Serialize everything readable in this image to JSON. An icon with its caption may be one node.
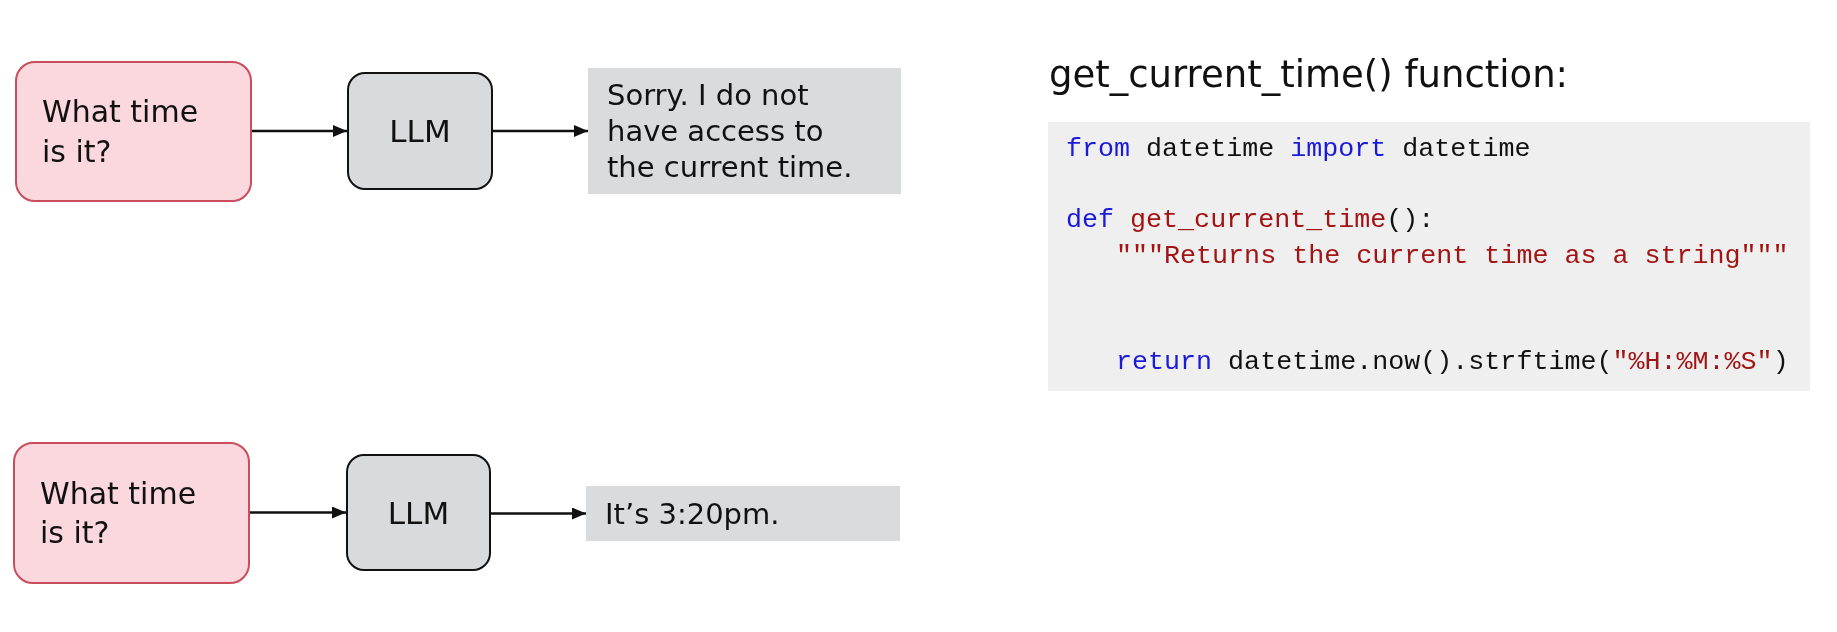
{
  "diagram": {
    "nodes": [
      {
        "text": [
          "What time is it?"
        ]
      },
      {
        "text": [
          "LLM"
        ]
      },
      {
        "text": [
          "Sorry. I do not have access to the current time."
        ]
      },
      {
        "text": [
          "get_current_time() function:",
          "from datetime import datetime",
          "def get_current_time():",
          "\"\"\"Returns the current time as a string\"\"\"",
          "return datetime.now().strftime(\"%H:%M:%S\")"
        ]
      },
      {
        "text": [
          "What time is it?"
        ]
      },
      {
        "text": [
          "LLM"
        ]
      },
      {
        "text": [
          "It’s 3:20pm."
        ]
      }
    ],
    "edges": [
      {
        "from": 0,
        "to": 1,
        "arrow": "to"
      },
      {
        "from": 1,
        "to": 2,
        "arrow": "to"
      },
      {
        "from": 4,
        "to": 5,
        "arrow": "to"
      },
      {
        "from": 5,
        "to": 6,
        "arrow": "to"
      }
    ]
  }
}
